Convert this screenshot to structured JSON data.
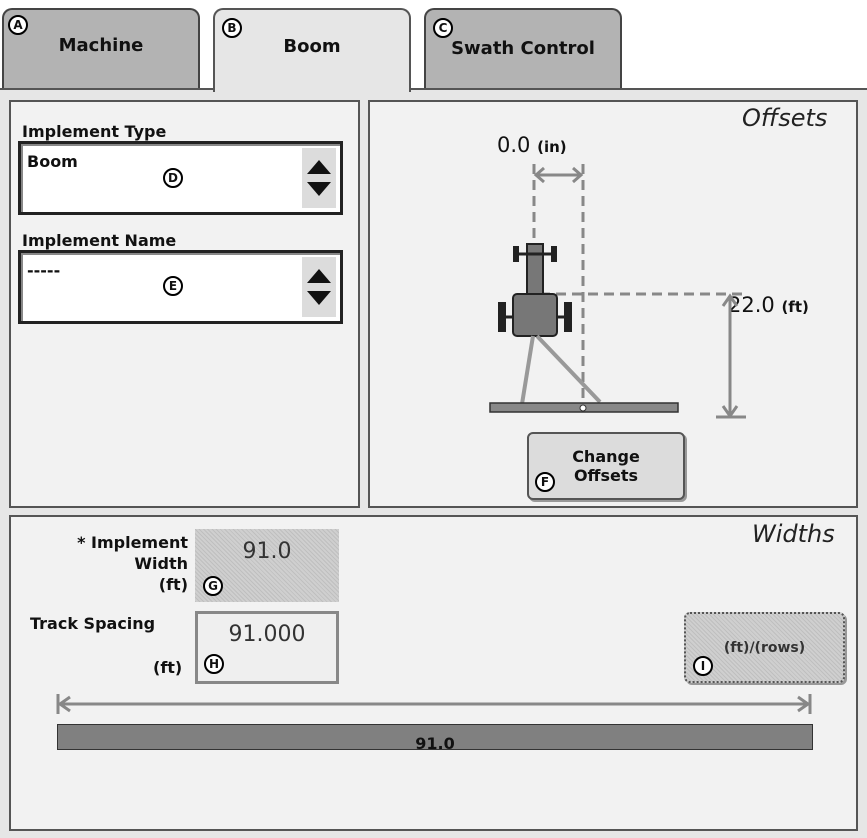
{
  "tabs": [
    {
      "badge": "A",
      "label": "Machine"
    },
    {
      "badge": "B",
      "label": "Boom"
    },
    {
      "badge": "C",
      "label": "Swath Control"
    }
  ],
  "implement": {
    "type_label": "Implement Type",
    "type_value": "Boom",
    "type_badge": "D",
    "name_label": "Implement Name",
    "name_value": "-----",
    "name_badge": "E"
  },
  "offsets": {
    "title": "Offsets",
    "lateral_value": "0.0",
    "lateral_unit": "(in)",
    "fore_aft_value": "22.0",
    "fore_aft_unit": "(ft)",
    "change_button_line1": "Change",
    "change_button_line2": "Offsets",
    "change_badge": "F"
  },
  "widths": {
    "title": "Widths",
    "implement_width_label1": "* Implement",
    "implement_width_label2": "Width",
    "implement_width_unit": "(ft)",
    "implement_width_value": "91.0",
    "implement_width_badge": "G",
    "track_spacing_label": "Track Spacing",
    "track_spacing_unit": "(ft)",
    "track_spacing_value": "91.000",
    "track_spacing_badge": "H",
    "units_button_label": "(ft)/(rows)",
    "units_badge": "I",
    "bar_value": "91.0"
  },
  "colors": {
    "tab_inactive": "#b3b3b3",
    "panel_bg": "#e6e6e6",
    "bar": "#808080"
  }
}
